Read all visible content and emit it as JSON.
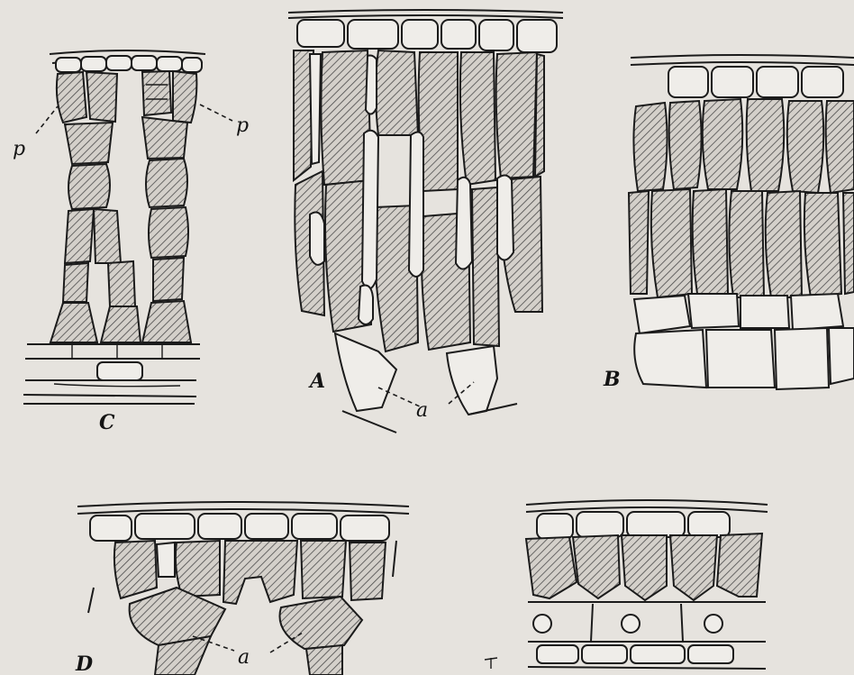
{
  "figure": {
    "panels": [
      {
        "id": "A",
        "label": "A",
        "pointer_label": "a"
      },
      {
        "id": "B",
        "label": "B"
      },
      {
        "id": "C",
        "label": "C",
        "pointer_label_left": "p",
        "pointer_label_right": "p"
      },
      {
        "id": "D",
        "label": "D",
        "pointer_label": "a"
      },
      {
        "id": "E"
      }
    ]
  }
}
